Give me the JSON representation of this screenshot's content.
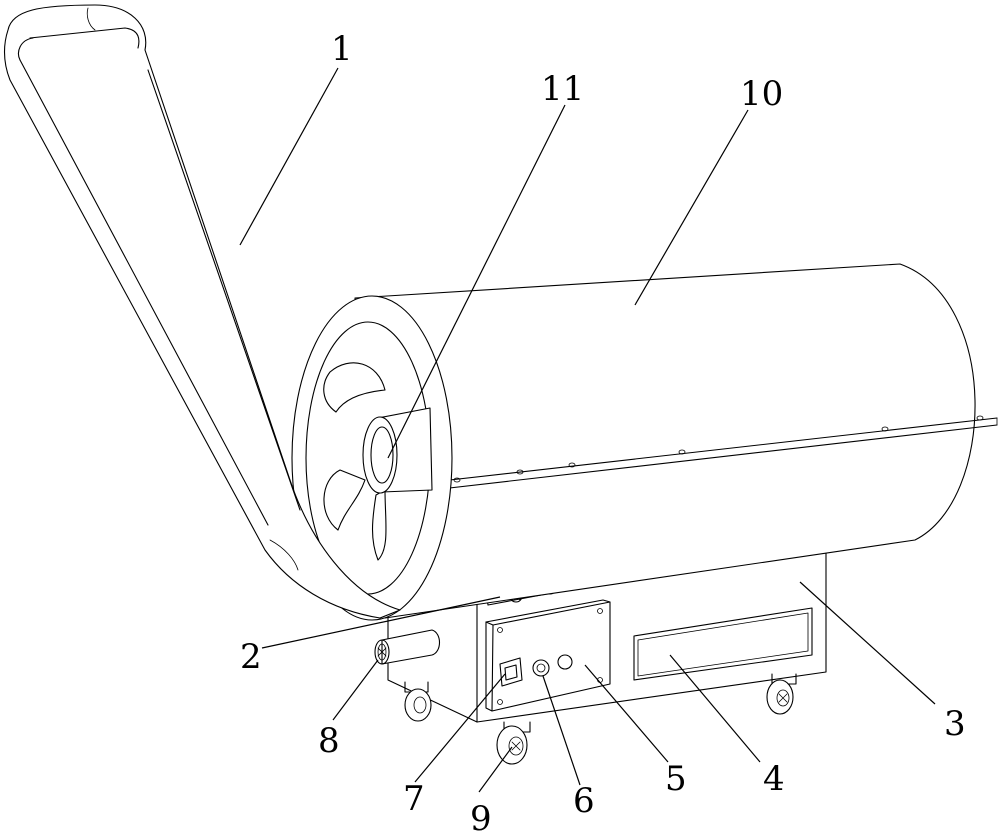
{
  "labels": {
    "l1": "1",
    "l2": "2",
    "l3": "3",
    "l4": "4",
    "l5": "5",
    "l6": "6",
    "l7": "7",
    "l8": "8",
    "l9": "9",
    "l10": "10",
    "l11": "11"
  }
}
